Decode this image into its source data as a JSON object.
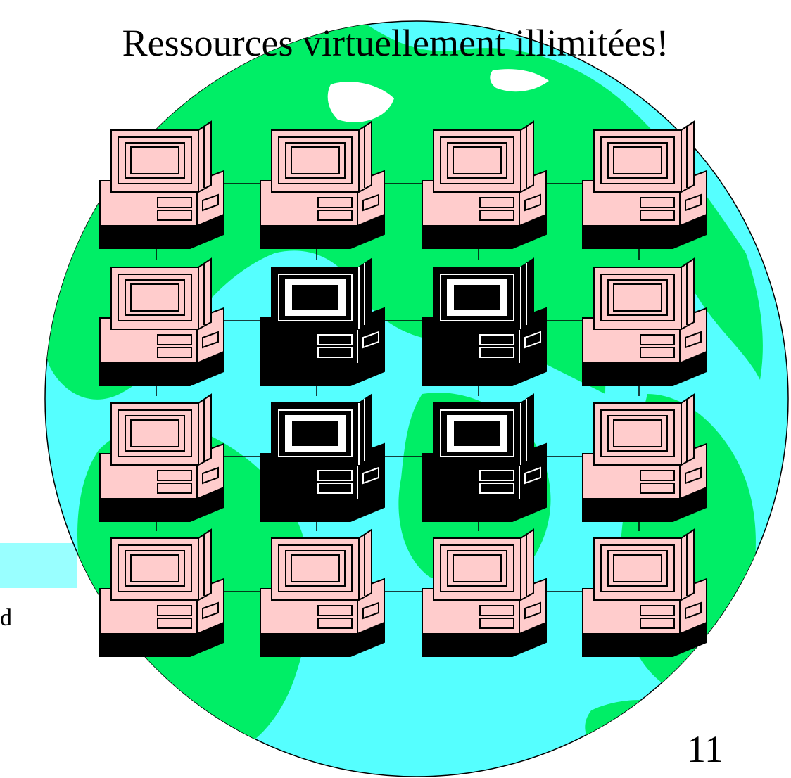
{
  "slide": {
    "title": "Ressources virtuellement illimitées!",
    "partial_text": "d",
    "page_number": "11"
  },
  "colors": {
    "ocean": "#55ffff",
    "land": "#00ee66",
    "computer_normal_fill": "#ffcccc",
    "computer_highlight_fill": "#000000",
    "base": "#000000",
    "side_box": "#99ffff"
  },
  "grid": {
    "rows": 4,
    "cols": 4,
    "highlighted": [
      [
        1,
        1
      ],
      [
        1,
        2
      ],
      [
        2,
        1
      ],
      [
        2,
        2
      ]
    ]
  }
}
